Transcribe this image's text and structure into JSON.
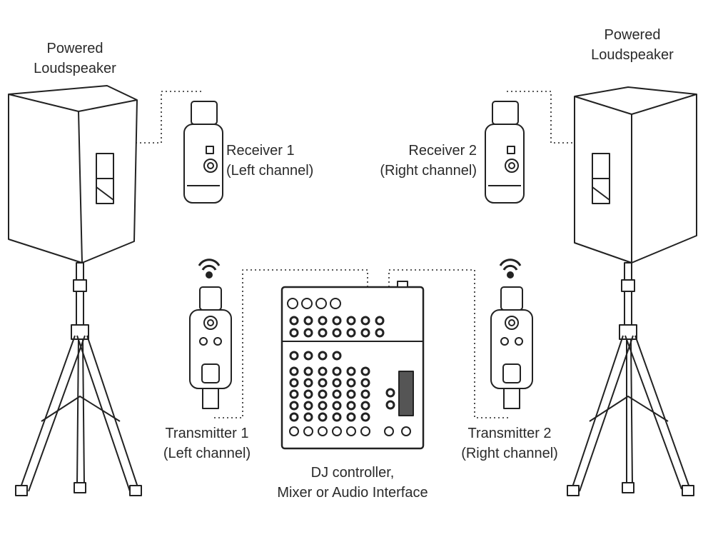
{
  "labels": {
    "speaker_left": [
      "Powered",
      "Loudspeaker"
    ],
    "speaker_right": [
      "Powered",
      "Loudspeaker"
    ],
    "receiver_1": [
      "Receiver 1",
      "(Left channel)"
    ],
    "receiver_2": [
      "Receiver 2",
      "(Right channel)"
    ],
    "transmitter_1": [
      "Transmitter 1",
      "(Left channel)"
    ],
    "transmitter_2": [
      "Transmitter 2",
      "(Right channel)"
    ],
    "mixer": [
      "DJ controller,",
      "Mixer or Audio Interface"
    ]
  },
  "icons": [
    "speaker-icon",
    "tripod-stand-icon",
    "receiver-icon",
    "transmitter-icon",
    "wifi-signal-icon",
    "mixer-icon"
  ]
}
